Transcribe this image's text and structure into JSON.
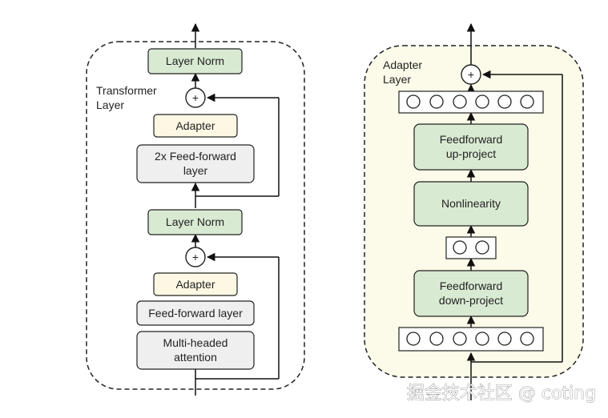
{
  "transformer": {
    "title_line1": "Transformer",
    "title_line2": "Layer",
    "layer_norm_top": "Layer Norm",
    "plus_top": "+",
    "adapter_top": "Adapter",
    "ff2x_line1": "2x Feed-forward",
    "ff2x_line2": "layer",
    "layer_norm_mid": "Layer Norm",
    "plus_bottom": "+",
    "adapter_bottom": "Adapter",
    "ff_layer": "Feed-forward layer",
    "mha_line1": "Multi-headed",
    "mha_line2": "attention"
  },
  "adapter": {
    "title_line1": "Adapter",
    "title_line2": "Layer",
    "plus": "+",
    "ff_up_line1": "Feedforward",
    "ff_up_line2": "up-project",
    "nonlinearity": "Nonlinearity",
    "ff_down_line1": "Feedforward",
    "ff_down_line2": "down-project"
  },
  "watermark": "掘金技术社区 @ coting",
  "colors": {
    "green_fill": "#d9ead3",
    "yellow_fill": "#fdf8e3",
    "gray_fill": "#efefef",
    "adapter_bg": "#fcfbe9"
  }
}
